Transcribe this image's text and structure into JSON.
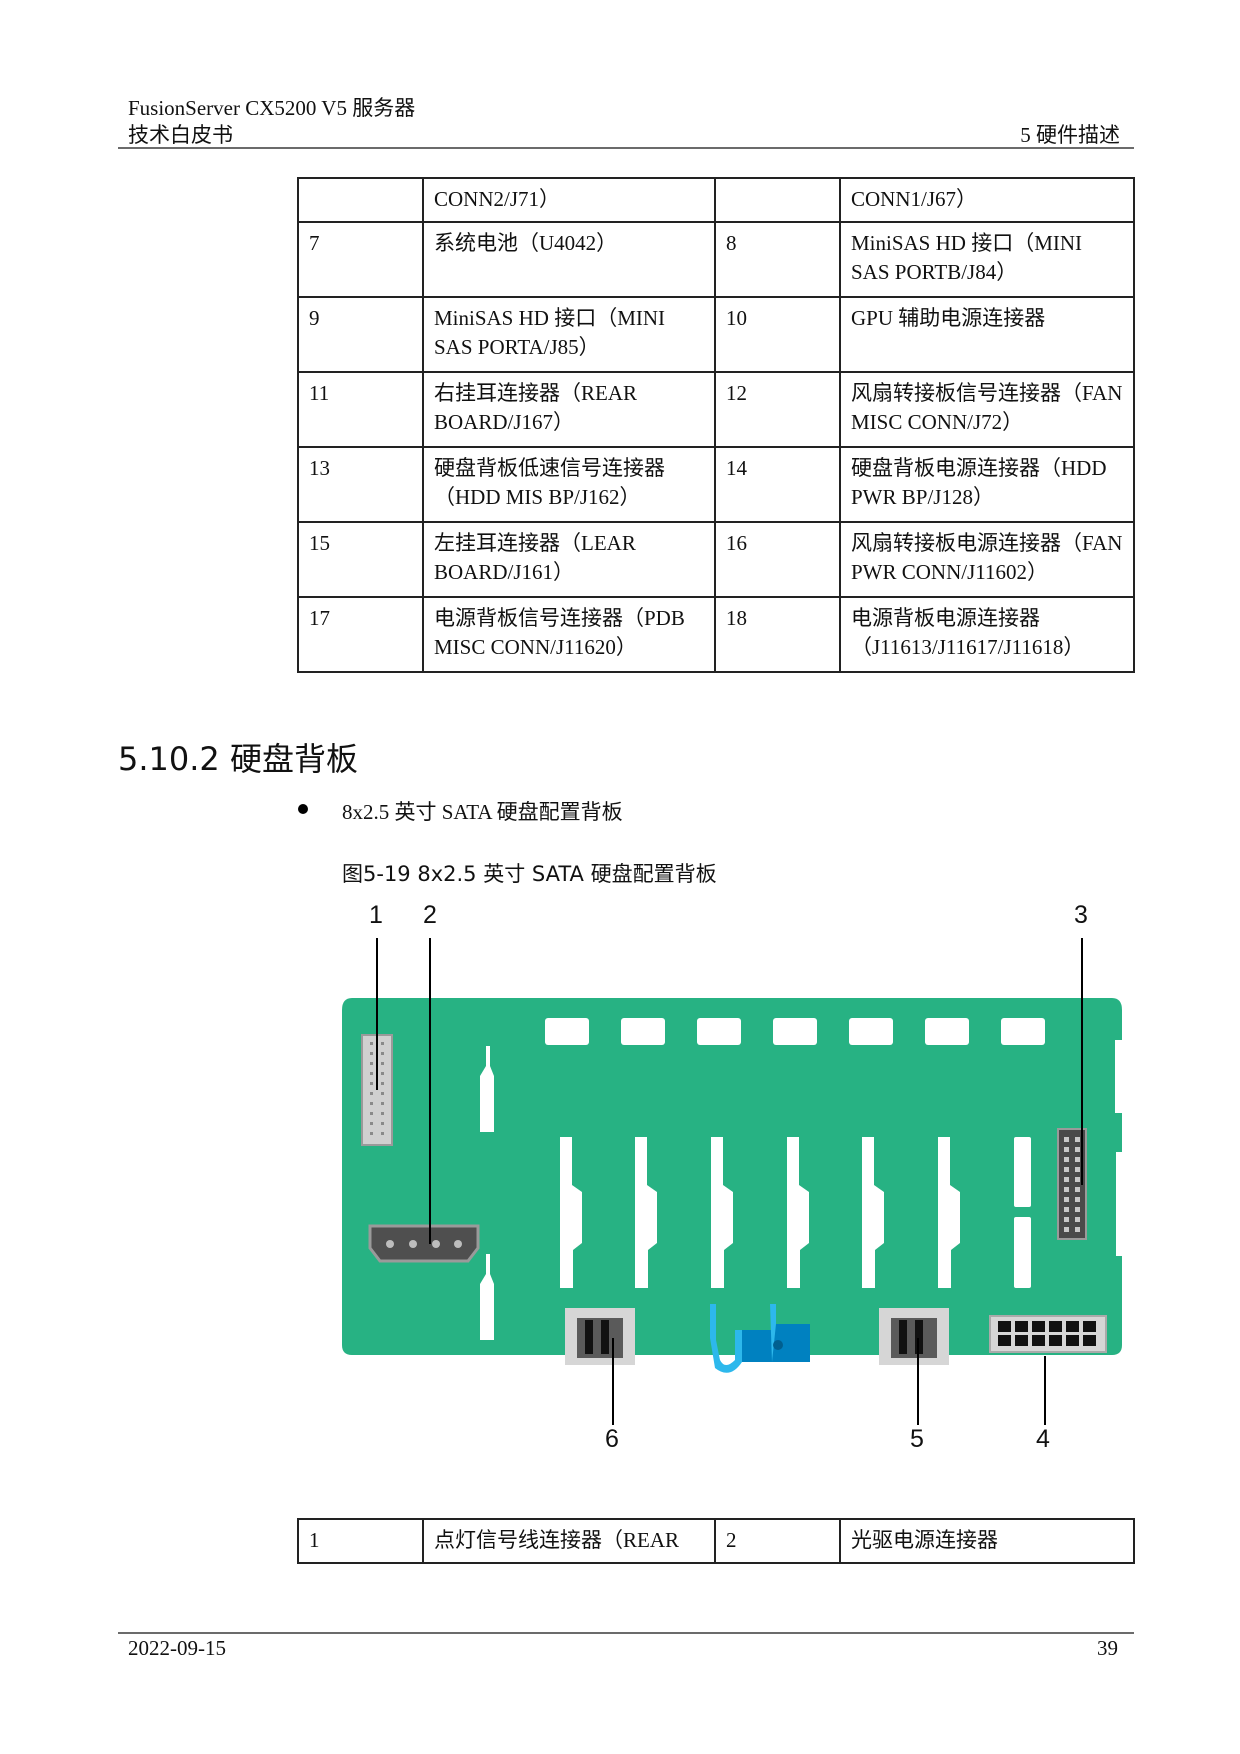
{
  "header": {
    "product": "FusionServer CX5200 V5  服务器",
    "doc_type": "技术白皮书",
    "chapter": "5  硬件描述"
  },
  "top_table": {
    "rows": [
      {
        "n1": "",
        "d1": "CONN2/J71）",
        "n2": "",
        "d2": "CONN1/J67）"
      },
      {
        "n1": "7",
        "d1": "系统电池（U4042）",
        "n2": "8",
        "d2": "MiniSAS HD 接口（MINI SAS PORTB/J84）"
      },
      {
        "n1": "9",
        "d1": "MiniSAS HD 接口（MINI SAS PORTA/J85）",
        "n2": "10",
        "d2": "GPU 辅助电源连接器"
      },
      {
        "n1": "11",
        "d1": "右挂耳连接器（REAR BOARD/J167）",
        "n2": "12",
        "d2": "风扇转接板信号连接器（FAN MISC CONN/J72）"
      },
      {
        "n1": "13",
        "d1": "硬盘背板低速信号连接器（HDD MIS BP/J162）",
        "n2": "14",
        "d2": "硬盘背板电源连接器（HDD PWR BP/J128）"
      },
      {
        "n1": "15",
        "d1": "左挂耳连接器（LEAR BOARD/J161）",
        "n2": "16",
        "d2": "风扇转接板电源连接器（FAN PWR CONN/J11602）"
      },
      {
        "n1": "17",
        "d1": "电源背板信号连接器（PDB MISC CONN/J11620）",
        "n2": "18",
        "d2": "电源背板电源连接器（J11613/J11617/J11618）"
      }
    ]
  },
  "section": {
    "heading": "5.10.2 硬盘背板",
    "bullet": "8x2.5 英寸 SATA 硬盘配置背板",
    "figure_caption": "图5-19 8x2.5 英寸 SATA 硬盘配置背板"
  },
  "figure": {
    "callouts": [
      "1",
      "2",
      "3",
      "4",
      "5",
      "6"
    ],
    "colors": {
      "board": "#27b283",
      "white": "#ffffff",
      "connector_dark": "#555555",
      "connector_light": "#d0d0d0",
      "latch_light": "#2db8ec",
      "latch_dark": "#0081c0"
    }
  },
  "bottom_table": {
    "rows": [
      {
        "n1": "1",
        "d1": "点灯信号线连接器（REAR",
        "n2": "2",
        "d2": "光驱电源连接器"
      }
    ]
  },
  "footer": {
    "date": "2022-09-15",
    "page": "39"
  }
}
